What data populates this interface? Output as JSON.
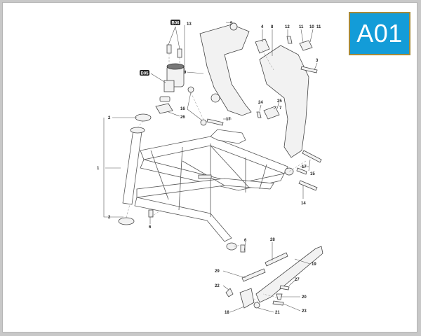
{
  "diagram": {
    "badge": {
      "text": "A01",
      "color": "#139cd8",
      "border_color": "#a58a3a"
    },
    "callout_boxes": [
      {
        "id": "b06",
        "text": "B06"
      },
      {
        "id": "d05",
        "text": "D05"
      }
    ],
    "labels": [
      {
        "id": "l13",
        "text": "13"
      },
      {
        "id": "l5",
        "text": "5"
      },
      {
        "id": "l4",
        "text": "4"
      },
      {
        "id": "l8",
        "text": "8"
      },
      {
        "id": "l12",
        "text": "12"
      },
      {
        "id": "l11a",
        "text": "11"
      },
      {
        "id": "l10",
        "text": "10"
      },
      {
        "id": "l11b",
        "text": "11"
      },
      {
        "id": "l3",
        "text": "3"
      },
      {
        "id": "l9",
        "text": "9"
      },
      {
        "id": "l24",
        "text": "24"
      },
      {
        "id": "l25",
        "text": "25"
      },
      {
        "id": "l7",
        "text": "7"
      },
      {
        "id": "l16",
        "text": "16"
      },
      {
        "id": "l26",
        "text": "26"
      },
      {
        "id": "l17a",
        "text": "17"
      },
      {
        "id": "l2a",
        "text": "2"
      },
      {
        "id": "l1",
        "text": "1"
      },
      {
        "id": "l2b",
        "text": "2"
      },
      {
        "id": "l6a",
        "text": "6"
      },
      {
        "id": "l17b",
        "text": "17"
      },
      {
        "id": "l15",
        "text": "15"
      },
      {
        "id": "l14",
        "text": "14"
      },
      {
        "id": "l6b",
        "text": "6"
      },
      {
        "id": "l28",
        "text": "28"
      },
      {
        "id": "l19",
        "text": "19"
      },
      {
        "id": "l29",
        "text": "29"
      },
      {
        "id": "l27",
        "text": "27"
      },
      {
        "id": "l22",
        "text": "22"
      },
      {
        "id": "l20",
        "text": "20"
      },
      {
        "id": "l18",
        "text": "18"
      },
      {
        "id": "l21",
        "text": "21"
      },
      {
        "id": "l23",
        "text": "23"
      }
    ]
  }
}
